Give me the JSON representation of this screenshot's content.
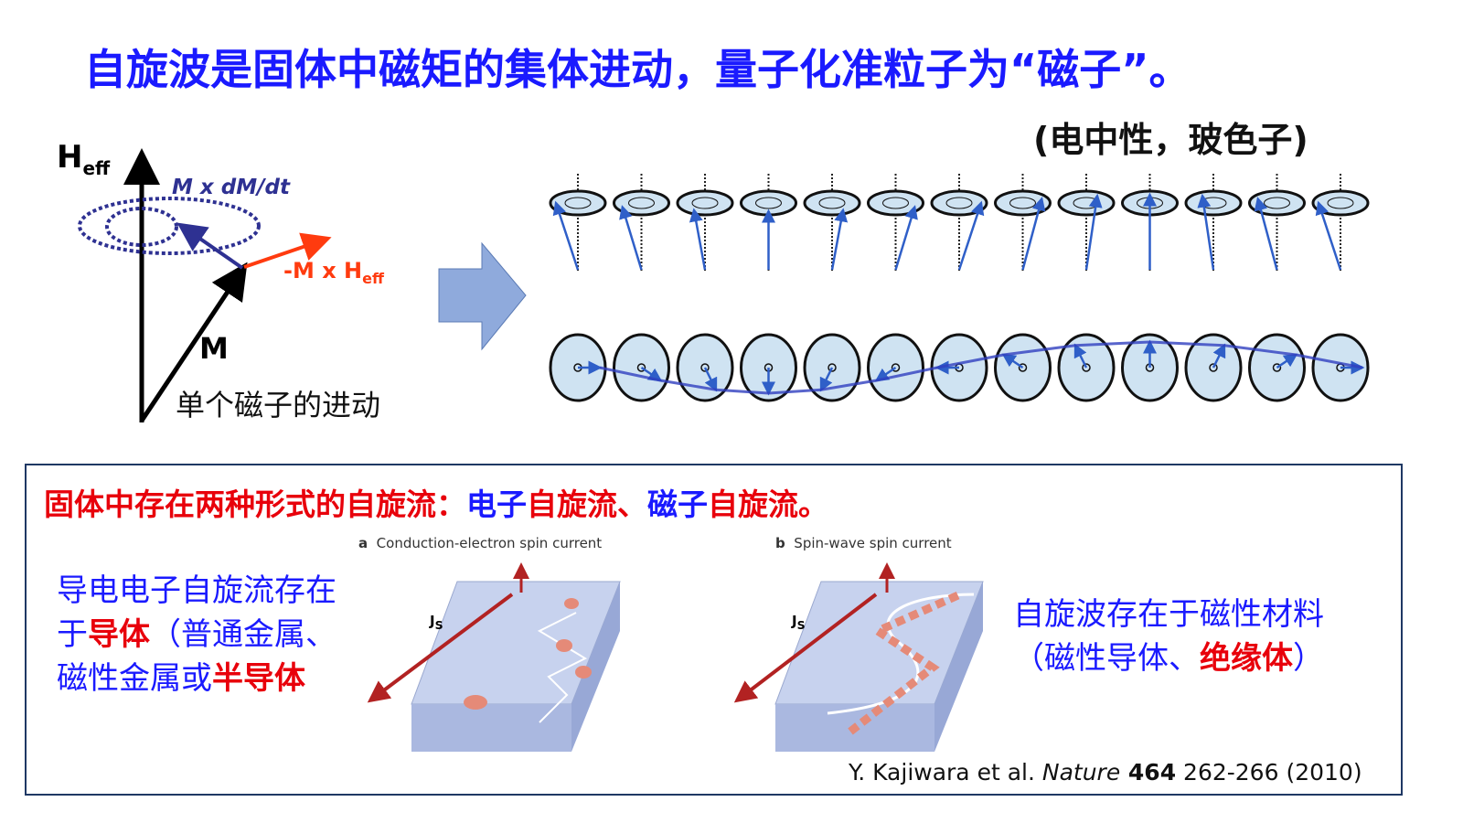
{
  "title": "自旋波是固体中磁矩的集体进动，量子化准粒子为“磁子”。",
  "subtitle": "(电中性，玻色子)",
  "precession": {
    "h_eff": "H",
    "h_sub": "eff",
    "m_dm": "M x dM/dt",
    "m_h": "-M x H",
    "m_h_sub": "eff",
    "m": "M",
    "caption": "单个磁子的进动"
  },
  "box": {
    "head_red1": "固体中存在两种形式的自旋流：",
    "head_blue1": "电子",
    "head_red2": "自旋流、",
    "head_blue2": "磁子",
    "head_red3": "自旋流。",
    "left_1": "导电电子自旋流存在于",
    "left_red1": "导体",
    "left_2": "（普通金属、磁性金属或",
    "left_red2": "半导体",
    "right_1": "自旋波存在于磁性材料",
    "right_2": "（磁性导体、",
    "right_red": "绝缘体",
    "right_3": "）",
    "panel_a_letter": "a",
    "panel_a": "Conduction-electron spin current",
    "panel_b_letter": "b",
    "panel_b": "Spin-wave spin current",
    "js": "J",
    "js_sub": "S",
    "cite_1": "Y. Kajiwara et al.  ",
    "cite_journal": "Nature",
    "cite_vol": " 464",
    "cite_rest": " 262-266 (2010)"
  },
  "colors": {
    "blue": "#1a1aff",
    "red": "#e8000b",
    "arrow_fill": "#8faadc"
  }
}
